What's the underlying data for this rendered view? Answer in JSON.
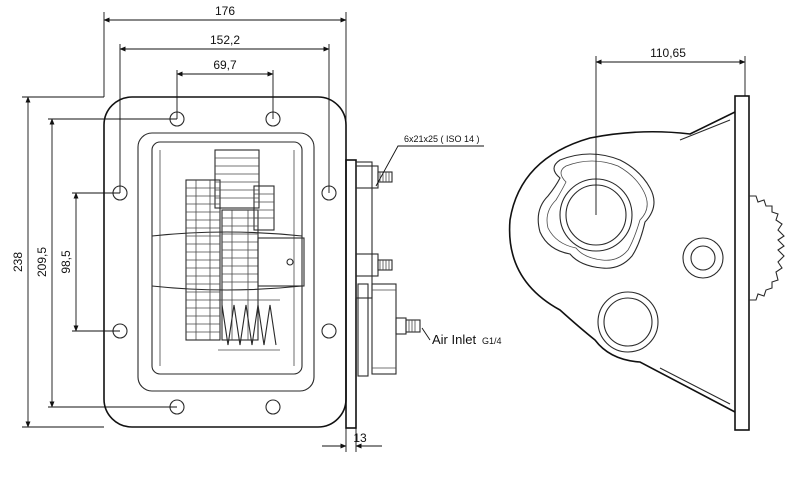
{
  "dimensions": {
    "overall_width": "176",
    "bolt_span_width": "152,2",
    "inner_bolt_width": "69,7",
    "overall_height": "238",
    "bolt_span_height": "209,5",
    "inner_bolt_height": "98,5",
    "flange_thickness": "13",
    "side_offset": "110,65"
  },
  "labels": {
    "stud_spec": "6x21x25 ( ISO 14 )",
    "air_inlet": "Air Inlet",
    "air_inlet_thread": "G1/4"
  },
  "colors": {
    "line": "#2a2a2a",
    "dimension": "#111111",
    "background": "#ffffff"
  }
}
